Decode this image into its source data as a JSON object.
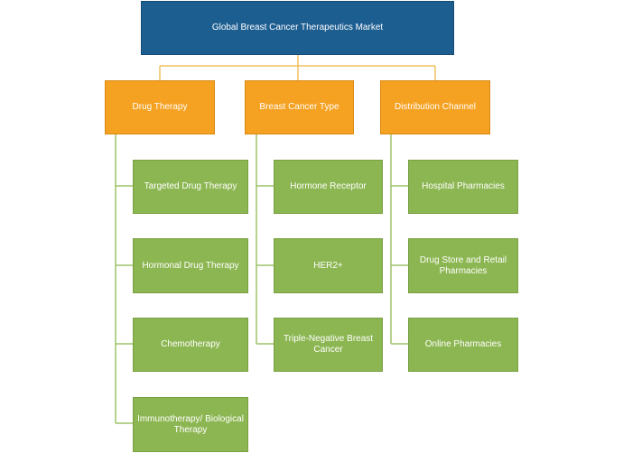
{
  "root": {
    "label": "Global Breast Cancer Therapeutics Market"
  },
  "categories": [
    {
      "label": "Drug Therapy",
      "items": [
        "Targeted Drug Therapy",
        "Hormonal Drug Therapy",
        "Chemotherapy",
        "Immunotherapy/ Biological Therapy"
      ]
    },
    {
      "label": "Breast Cancer Type",
      "items": [
        "Hormone Receptor",
        "HER2+",
        "Triple-Negative Breast Cancer"
      ]
    },
    {
      "label": "Distribution Channel",
      "items": [
        "Hospital Pharmacies",
        "Drug Store and Retail Pharmacies",
        "Online Pharmacies"
      ]
    }
  ],
  "colors": {
    "root": "#1d5e91",
    "category": "#f5a121",
    "leaf": "#8cb652",
    "connector": "#f0c060",
    "leaf_connector": "#9ec46a"
  }
}
